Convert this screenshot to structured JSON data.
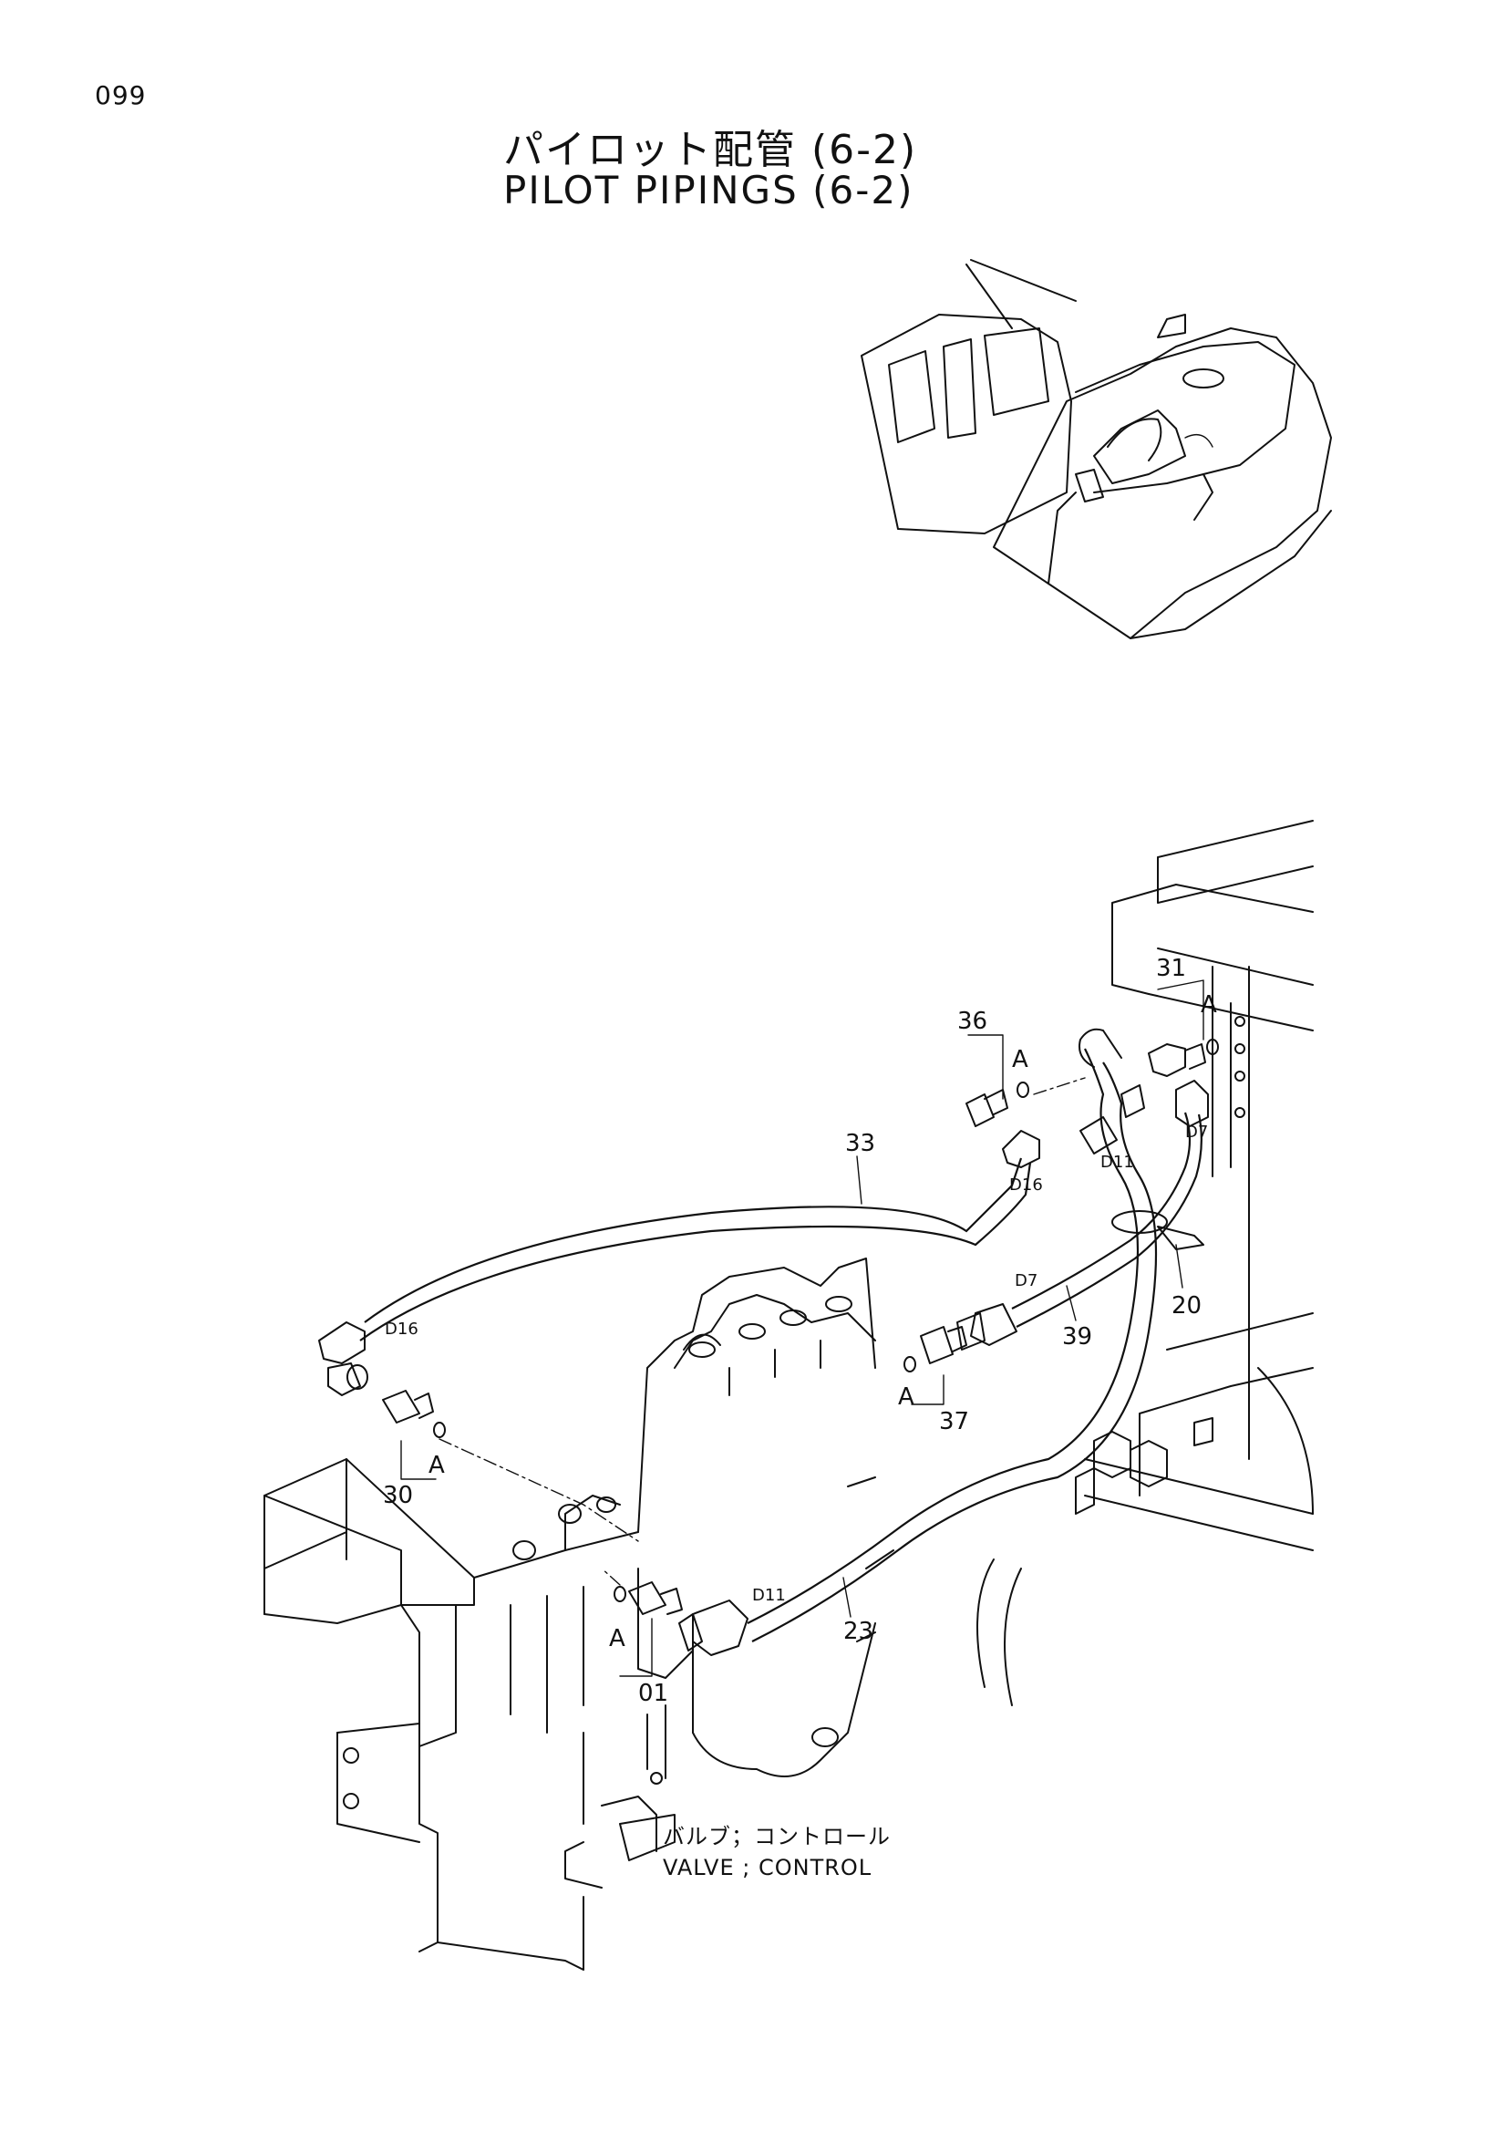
{
  "page_number": "099",
  "title_jp": "パイロット配管 (6-2)",
  "title_en": "PILOT PIPINGS (6-2)",
  "caption_jp": "バルブ；コントロール",
  "caption_en": "VALVE ; CONTROL",
  "callouts": {
    "p36": "36",
    "p31": "31",
    "p33": "33",
    "p20": "20",
    "p39": "39",
    "p37": "37",
    "p30": "30",
    "p23": "23",
    "p01": "01"
  },
  "tags": {
    "a1": "A",
    "a2": "A",
    "a3": "A",
    "a4": "A",
    "a5": "A",
    "d16a": "D16",
    "d16b": "D16",
    "d11a": "D11",
    "d11b": "D11",
    "d7a": "D7",
    "d7b": "D7"
  }
}
